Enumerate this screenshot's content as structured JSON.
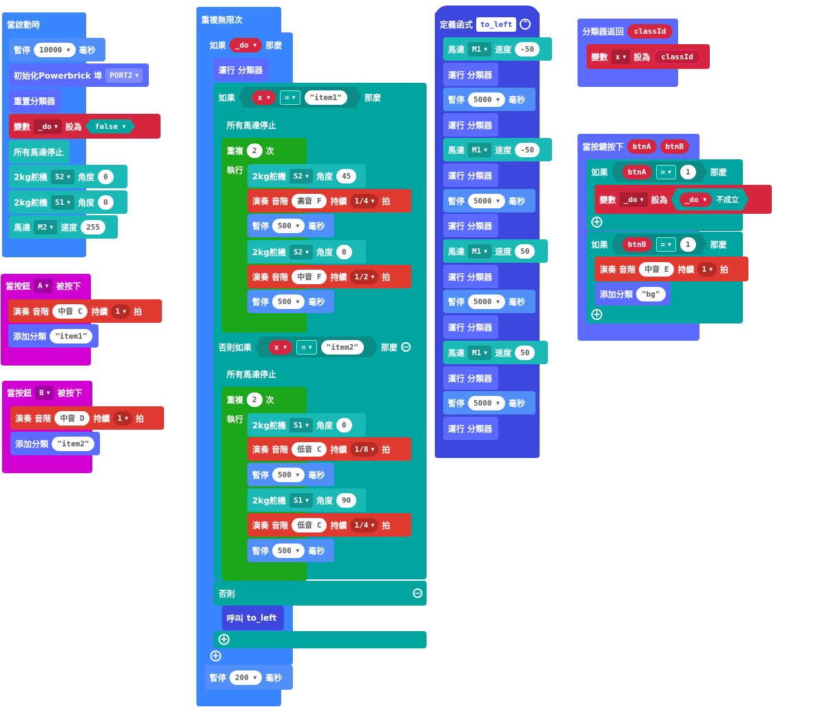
{
  "labels": {
    "on_start": "當啟動時",
    "pause": "暫停",
    "ms": "毫秒",
    "init_powerbrick": "初始化Powerbrick 埠",
    "reset_classifier": "重置分類器",
    "variable": "變數",
    "set_to": "設為",
    "stop_all_motors": "所有馬達停止",
    "servo_2kg": "2kg舵機",
    "angle": "角度",
    "motor": "馬達",
    "speed": "速度",
    "on_button": "當按鈕",
    "pressed": "被按下",
    "play_tone": "演奏 音階",
    "for_beats": "持續",
    "beat": "拍",
    "add_class": "添加分類",
    "forever": "重複無限次",
    "if": "如果",
    "then": "那麼",
    "run_classifier": "運行 分類器",
    "repeat": "重複",
    "times": "次",
    "do": "執行",
    "else_if": "否則如果",
    "else": "否則",
    "call": "呼叫",
    "define_function": "定義函式",
    "classifier_return": "分類器返回",
    "on_key": "當按鍵按下",
    "not": "不成立",
    "eq": "=",
    "plus": "+",
    "minus": "−",
    "caret": "▼",
    "collapse": "^"
  },
  "values": {
    "pause_10000": "10000",
    "port2": "PORT2",
    "var_do": "_do",
    "false": "false",
    "s2": "S2",
    "s1": "S1",
    "zero": "0",
    "m2": "M2",
    "m1": "M1",
    "speed_255": "255",
    "btn_a": "A",
    "btn_b": "B",
    "mid": "中音",
    "high": "高音",
    "low": "低音",
    "c": "C",
    "d": "D",
    "e": "E",
    "f": "F",
    "one": "1",
    "q_1_4": "1/4",
    "q_1_2": "1/2",
    "q_1_8": "1/8",
    "item1": "\"item1\"",
    "item2": "\"item2\"",
    "bg": "\"bg\"",
    "x": "x",
    "two": "2",
    "ang45": "45",
    "ang90": "90",
    "p500": "500",
    "p200": "200",
    "p5000": "5000",
    "to_left": "to_left",
    "neg50": "-50",
    "pos50": "50",
    "classId": "classId",
    "btnA": "btnA",
    "btnB": "btnB"
  },
  "colors": {
    "control": "#3a86ff",
    "variable": "#d6263f",
    "motor": "#1ab9b5",
    "music": "#e0392f",
    "logic": "#00a5a0",
    "loop": "#1ba61b",
    "input": "#d000d0",
    "function": "#3d47dd"
  }
}
